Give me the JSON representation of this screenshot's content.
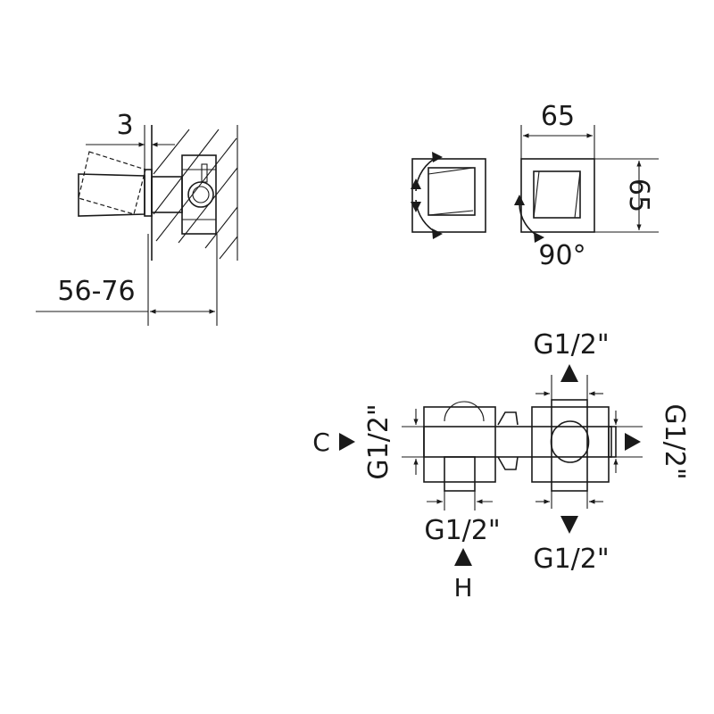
{
  "side_view": {
    "dim_top": "3",
    "dim_depth": "56-76"
  },
  "front_views": {
    "dim_width": "65",
    "dim_height": "65",
    "rotation": "90°"
  },
  "body_view": {
    "top_connection": "G1/2\"",
    "right_connection": "G1/2\"",
    "bottom_right_connection": "G1/2\"",
    "bottom_left_connection": "G1/2\"",
    "left_connection": "G1/2\"",
    "cold_label": "C",
    "hot_label": "H"
  }
}
